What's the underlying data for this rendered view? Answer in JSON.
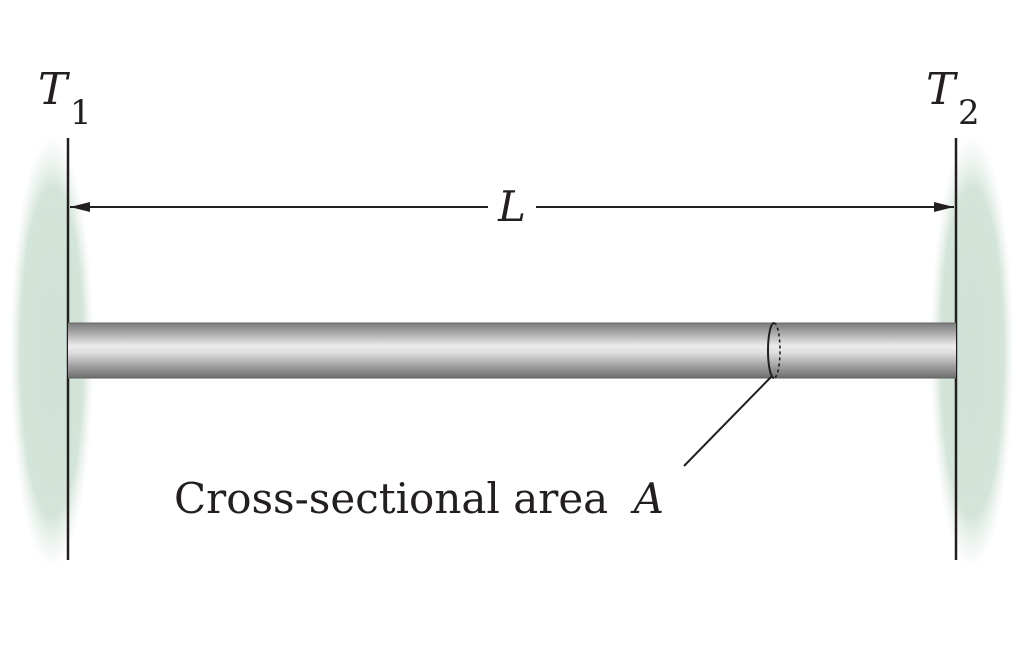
{
  "diagram": {
    "left_wall": {
      "temp_symbol": "T",
      "temp_subscript": "1"
    },
    "right_wall": {
      "temp_symbol": "T",
      "temp_subscript": "2"
    },
    "length_label": "L",
    "cross_section_label": "Cross-sectional area",
    "cross_section_symbol": "A"
  },
  "colors": {
    "wall_fill": "#cfe1d6",
    "line": "#231f20",
    "rod_dark": "#8c8c8c",
    "rod_light": "#e8e8e8"
  }
}
